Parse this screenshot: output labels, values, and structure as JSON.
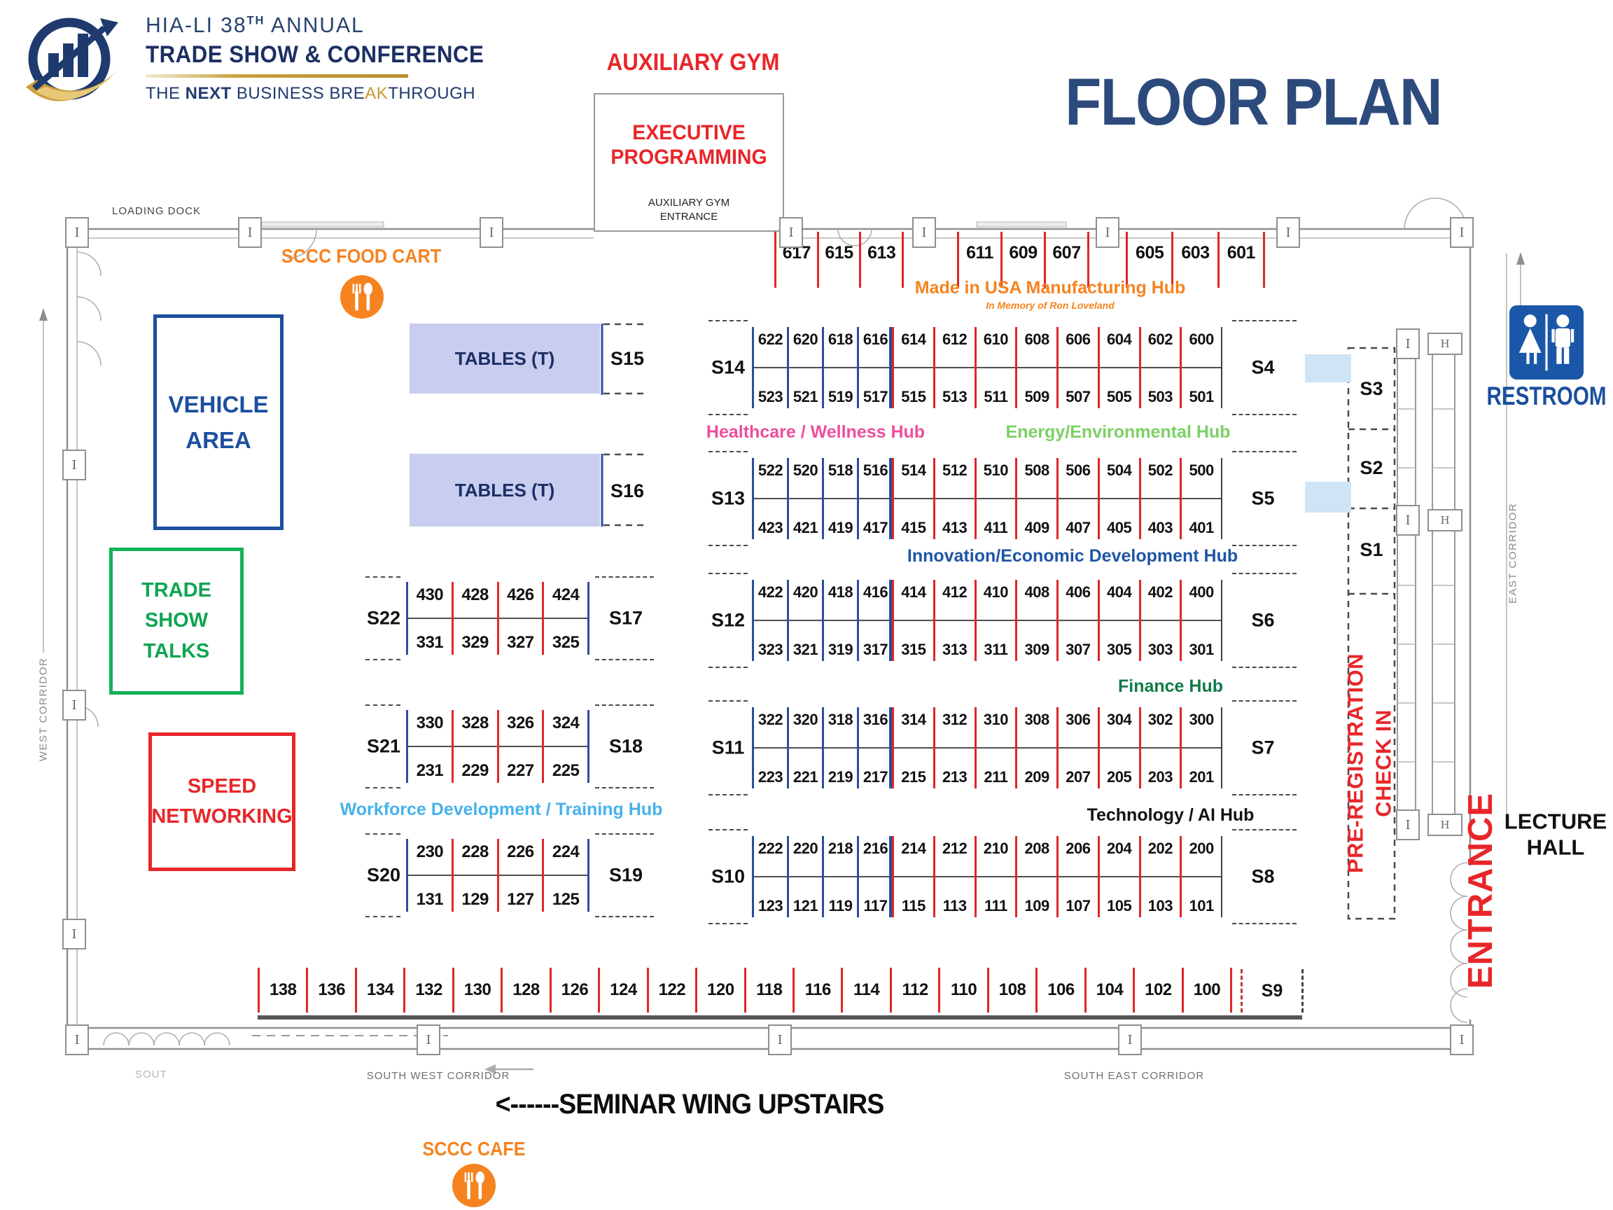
{
  "page": {
    "title": "FLOOR PLAN"
  },
  "logo": {
    "line1_pre": "HIA-LI 38",
    "line1_sup": "TH",
    "line1_post": " ANNUAL",
    "line2": "TRADE SHOW & CONFERENCE",
    "tag_pre": "THE ",
    "tag_bold": "NEXT",
    "tag_mid": " BUSINESS BRE",
    "tag_gold": "AK",
    "tag_post": "THROUGH"
  },
  "aux_gym": {
    "title": "AUXILIARY GYM",
    "program": "EXECUTIVE PROGRAMMING",
    "entrance_line1": "AUXILIARY GYM",
    "entrance_line2": "ENTRANCE"
  },
  "areas": {
    "vehicle": {
      "line1": "VEHICLE",
      "line2": "AREA"
    },
    "trade_show_talks": {
      "line1": "TRADE SHOW",
      "line2": "TALKS"
    },
    "speed_networking": {
      "line1": "SPEED",
      "line2": "NETWORKING"
    },
    "tables_label": "TABLES (T)"
  },
  "food": {
    "cart": "SCCC FOOD CART",
    "cafe": "SCCC CAFE"
  },
  "signs": {
    "loading_dock": "LOADING DOCK",
    "restroom": "RESTROOM",
    "pre_registration_line1": "PRE-REGISTRATION",
    "pre_registration_line2": "CHECK IN",
    "entrance": "ENTRANCE",
    "lecture_hall_line1": "LECTURE",
    "lecture_hall_line2": "HALL",
    "seminar_wing": "<------SEMINAR WING UPSTAIRS",
    "west_corridor": "WEST CORRIDOR",
    "east_corridor": "EAST CORRIDOR",
    "south_west_corridor": "SOUTH WEST CORRIDOR",
    "south_east_corridor": "SOUTH EAST CORRIDOR",
    "south_partial": "SOUT"
  },
  "hubs": {
    "made_in_usa": {
      "label": "Made in USA Manufacturing Hub",
      "sub": "In Memory of Ron Loveland",
      "color": "#f5831f"
    },
    "healthcare": {
      "label": "Healthcare / Wellness Hub",
      "color": "#ed4e9b"
    },
    "energy": {
      "label": "Energy/Environmental Hub",
      "color": "#7cd065"
    },
    "innovation": {
      "label": "Innovation/Economic Development Hub",
      "color": "#1f55a5"
    },
    "finance": {
      "label": "Finance Hub",
      "color": "#117a48"
    },
    "technology": {
      "label": "Technology / AI Hub",
      "color": "#121212"
    },
    "workforce": {
      "label": "Workforce Development / Training Hub",
      "color": "#47b2e9"
    }
  },
  "top_row_groups": [
    [
      "617",
      "615",
      "613"
    ],
    [
      "611",
      "609",
      "607"
    ],
    [
      "605",
      "603",
      "601"
    ]
  ],
  "long_rows": [
    {
      "left": "S14",
      "right": "S4",
      "top": [
        "622",
        "620",
        "618",
        "616",
        "614",
        "612",
        "610",
        "608",
        "606",
        "604",
        "602",
        "600"
      ],
      "bottom": [
        "523",
        "521",
        "519",
        "517",
        "515",
        "513",
        "511",
        "509",
        "507",
        "505",
        "503",
        "501"
      ]
    },
    {
      "left": "S13",
      "right": "S5",
      "top": [
        "522",
        "520",
        "518",
        "516",
        "514",
        "512",
        "510",
        "508",
        "506",
        "504",
        "502",
        "500"
      ],
      "bottom": [
        "423",
        "421",
        "419",
        "417",
        "415",
        "413",
        "411",
        "409",
        "407",
        "405",
        "403",
        "401"
      ]
    },
    {
      "left": "S12",
      "right": "S6",
      "top": [
        "422",
        "420",
        "418",
        "416",
        "414",
        "412",
        "410",
        "408",
        "406",
        "404",
        "402",
        "400"
      ],
      "bottom": [
        "323",
        "321",
        "319",
        "317",
        "315",
        "313",
        "311",
        "309",
        "307",
        "305",
        "303",
        "301"
      ]
    },
    {
      "left": "S11",
      "right": "S7",
      "top": [
        "322",
        "320",
        "318",
        "316",
        "314",
        "312",
        "310",
        "308",
        "306",
        "304",
        "302",
        "300"
      ],
      "bottom": [
        "223",
        "221",
        "219",
        "217",
        "215",
        "213",
        "211",
        "209",
        "207",
        "205",
        "203",
        "201"
      ]
    },
    {
      "left": "S10",
      "right": "S8",
      "top": [
        "222",
        "220",
        "218",
        "216",
        "214",
        "212",
        "210",
        "208",
        "206",
        "204",
        "202",
        "200"
      ],
      "bottom": [
        "123",
        "121",
        "119",
        "117",
        "115",
        "113",
        "111",
        "109",
        "107",
        "105",
        "103",
        "101"
      ]
    }
  ],
  "short_rows": [
    {
      "left": "S22",
      "right": "S17",
      "top": [
        "430",
        "428",
        "426",
        "424"
      ],
      "bottom": [
        "331",
        "329",
        "327",
        "325"
      ]
    },
    {
      "left": "S21",
      "right": "S18",
      "top": [
        "330",
        "328",
        "326",
        "324"
      ],
      "bottom": [
        "231",
        "229",
        "227",
        "225"
      ]
    },
    {
      "left": "S20",
      "right": "S19",
      "top": [
        "230",
        "228",
        "226",
        "224"
      ],
      "bottom": [
        "131",
        "129",
        "127",
        "125"
      ]
    }
  ],
  "bottom_row": {
    "numbers": [
      "138",
      "136",
      "134",
      "132",
      "130",
      "128",
      "126",
      "124",
      "122",
      "120",
      "118",
      "116",
      "114",
      "112",
      "110",
      "108",
      "106",
      "104",
      "102",
      "100"
    ],
    "end_label": "S9"
  },
  "side_booths": [
    "S3",
    "S2",
    "S1"
  ],
  "table_zones": [
    "S15",
    "S16"
  ],
  "icons": {
    "food_icon": "fork-and-spoon",
    "restroom_icon": "male-female",
    "wall_marker_glyph": "I",
    "h_glyph": "H"
  }
}
